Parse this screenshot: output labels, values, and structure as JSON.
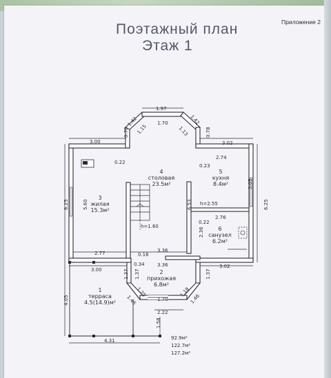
{
  "appendix_label": "Приложение 2",
  "title_line1": "Поэтажный план",
  "title_line2": "Этаж 1",
  "rooms": {
    "dining": {
      "number": "4",
      "name": "столовая",
      "area": "23.5м²"
    },
    "kitchen": {
      "number": "5",
      "name": "кухня",
      "area": "8.4м²"
    },
    "living": {
      "number": "3",
      "name": "жилая",
      "area": "15.3м²"
    },
    "bathroom": {
      "number": "6",
      "name": "санузел",
      "area": "6.2м²"
    },
    "hall": {
      "number": "2",
      "name": "прихожая",
      "area": "6.8м²"
    },
    "terrace": {
      "number": "1",
      "name": "терраса",
      "area": "4.5(14.9)м²"
    }
  },
  "dimensions": {
    "bay_top_outer": "1.97",
    "bay_top_inner": "1.70",
    "bay_left_diag": "1.42",
    "bay_right_diag": "1.42",
    "bay_left_diag_inner": "1.15",
    "bay_right_diag_inner": "1.13",
    "bay_left_side": "0.78",
    "bay_right_side": "0.78",
    "left_wall_top": "3.00",
    "right_wall_top": "3.02",
    "kitchen_width": "2.74",
    "dining_left_offset": "0.22",
    "dining_right_offset": "0.23",
    "left_outer_height": "6.25",
    "living_height": "5.60",
    "right_outer_height": "6.25",
    "kitchen_height": "3.05",
    "dining_height": "6.53",
    "ceiling_height_kitchen": "h=2.55",
    "ceiling_height_stairs": "h=1.60",
    "bath_width": "2.76",
    "bath_offset": "0.22",
    "bath_height": "2.36",
    "living_bottom": "2.77",
    "wall_016": "0.16",
    "wall_034": "0.34",
    "hall_width": "3.36",
    "hall_width2": "3.36",
    "left_bottom": "3.00",
    "right_bottom": "3.02",
    "hall_left_h": "1.37",
    "hall_left_h2": "1.37",
    "hall_right_h": "1.37",
    "hall_diag_left": "1.25",
    "hall_diag_right": "1.18",
    "hall_diag_left_outer": "1.46",
    "hall_diag_right_outer": "1.46",
    "hall_bottom_inner": "1.70",
    "hall_bottom_outer": "2.22",
    "terrace_height": "4.05",
    "terrace_width": "4.31",
    "terrace_offset": "1.58"
  },
  "totals": {
    "total1": "92.9м²",
    "total2": "122.7м²",
    "total3": "127.2м²"
  }
}
